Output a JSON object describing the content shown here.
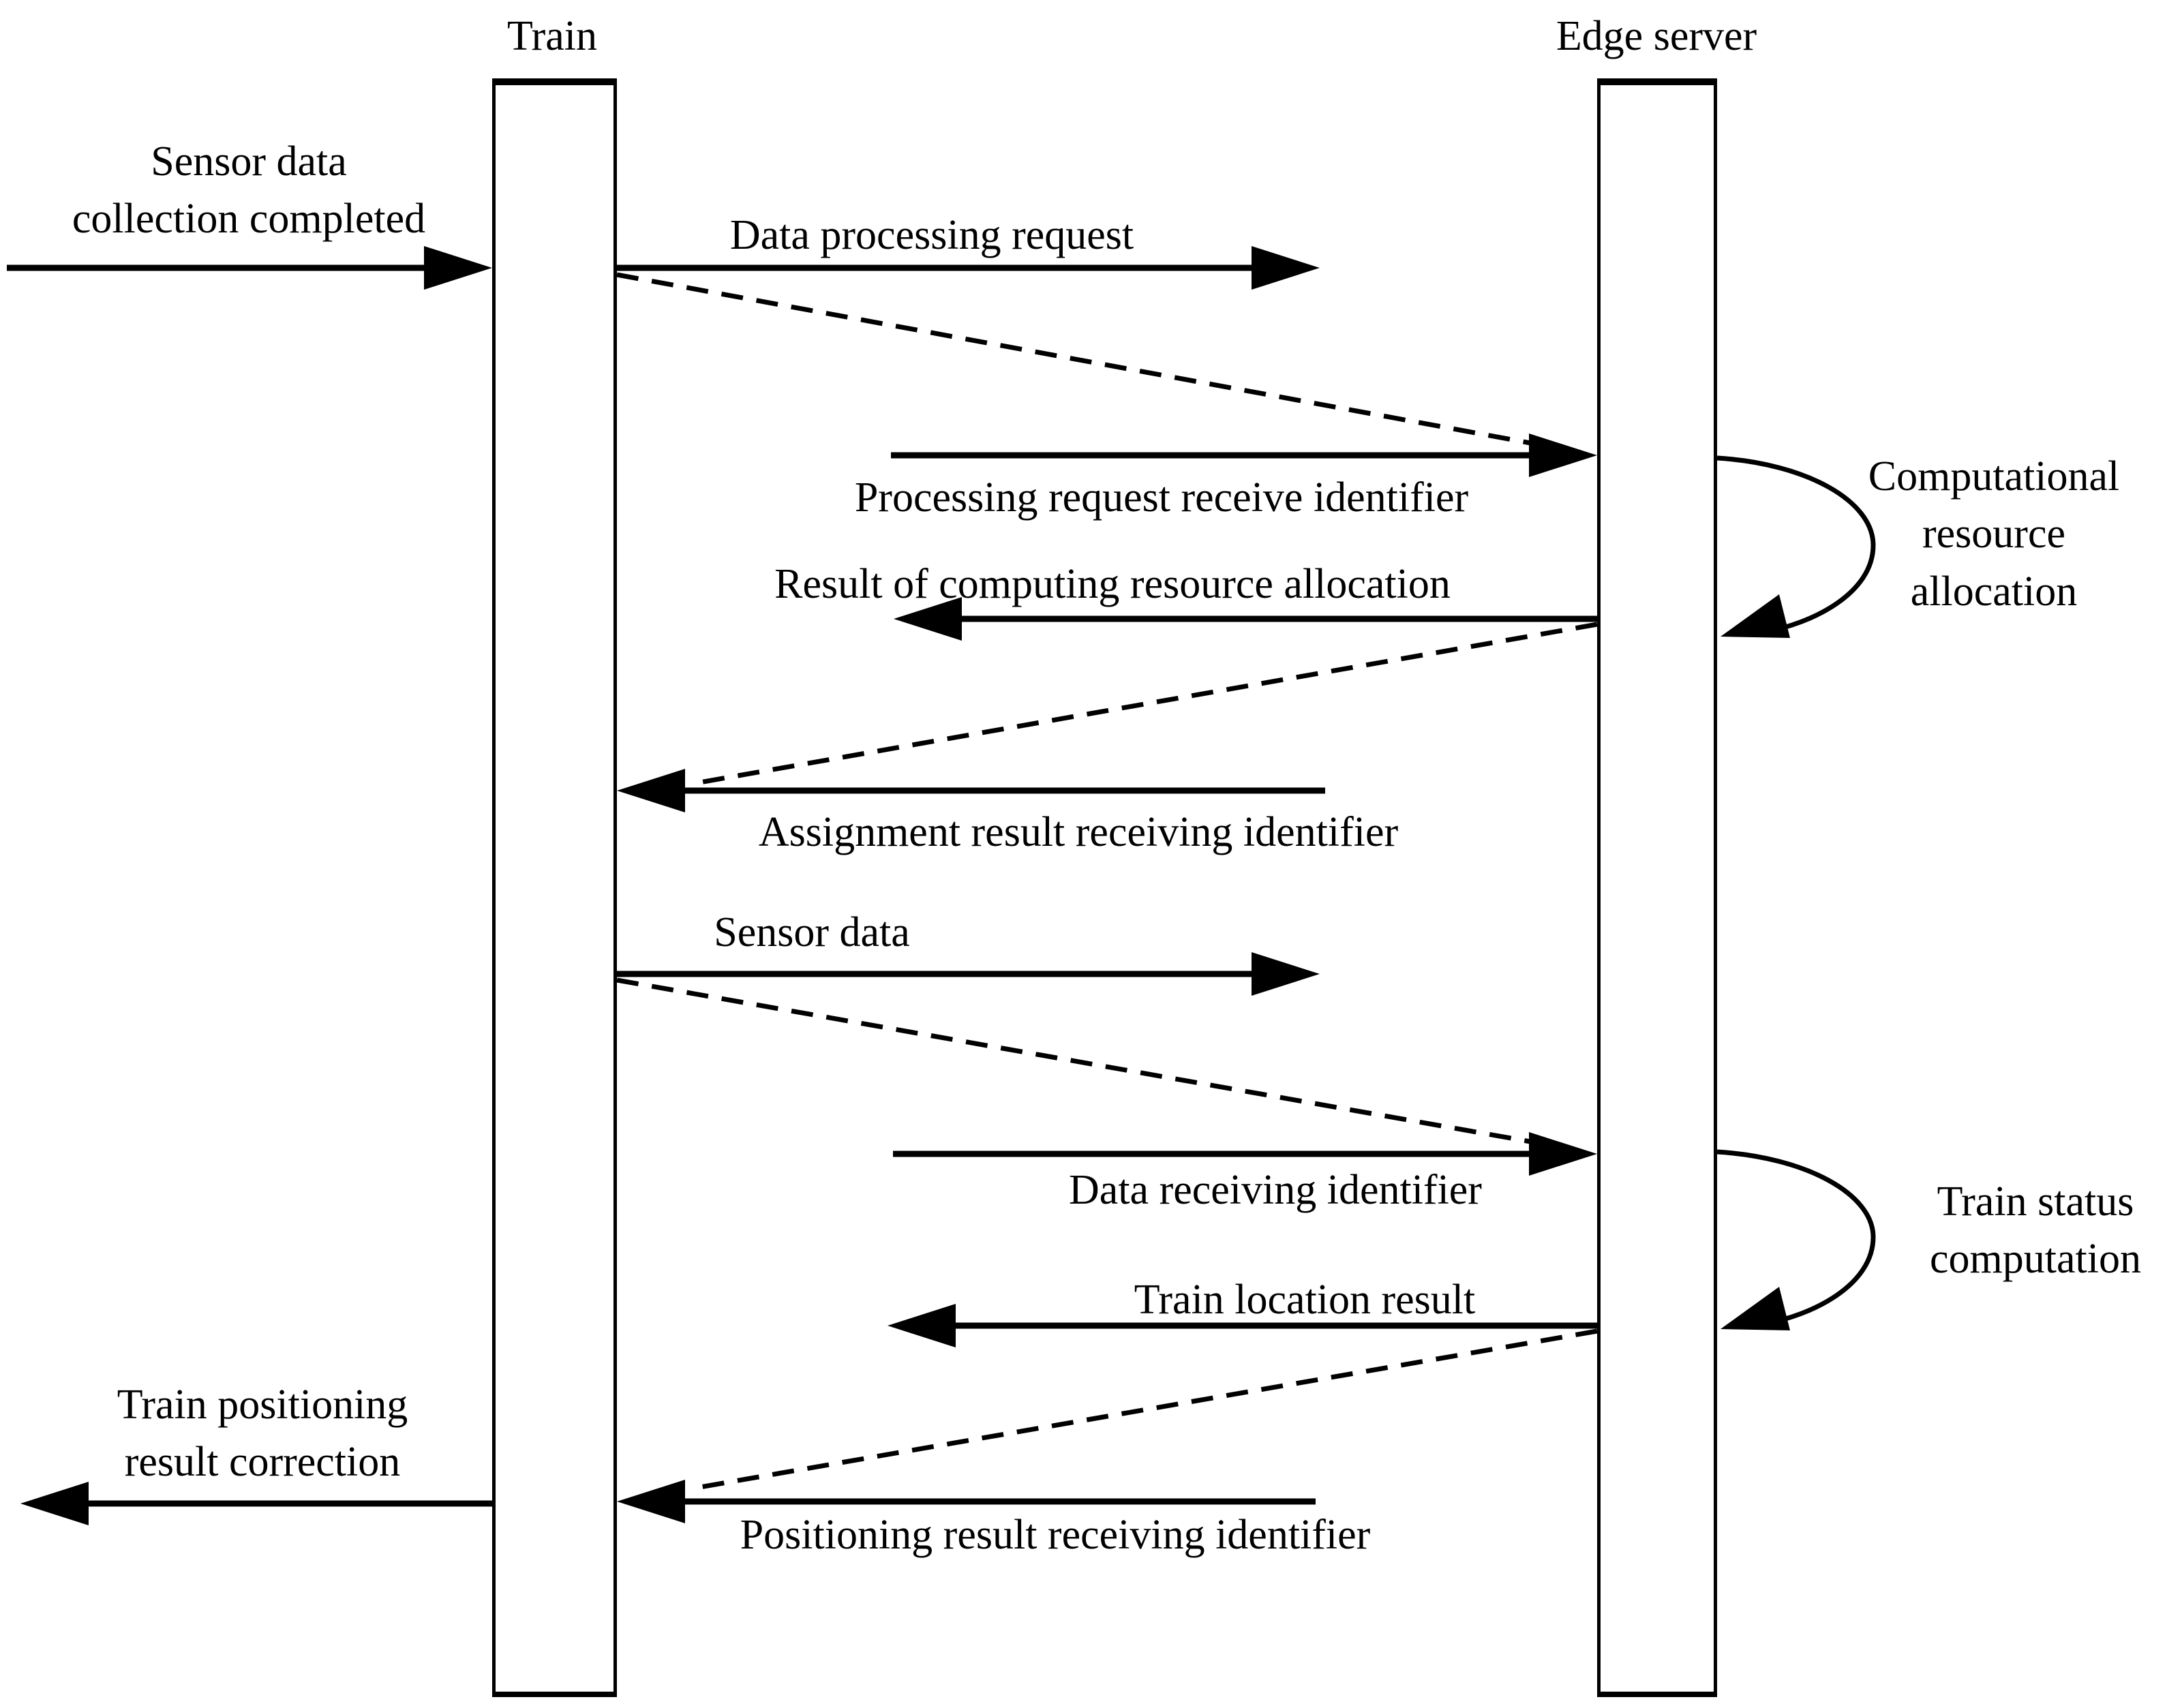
{
  "diagram": {
    "type": "sequence-diagram",
    "lifelines": {
      "train": "Train",
      "edge_server": "Edge server"
    },
    "external_events": {
      "sensor_collection_completed": "Sensor data\ncollection completed",
      "positioning_result_correction": "Train positioning\nresult correction"
    },
    "messages": {
      "data_processing_request": "Data processing request",
      "processing_request_receive_identifier": "Processing request receive identifier",
      "result_of_computing_resource_allocation": "Result of computing resource allocation",
      "assignment_result_receiving_identifier": "Assignment result receiving identifier",
      "sensor_data": "Sensor data",
      "data_receiving_identifier": "Data receiving identifier",
      "train_location_result": "Train location result",
      "positioning_result_receiving_identifier": "Positioning result receiving identifier"
    },
    "self_actions": {
      "computational_resource_allocation": "Computational\nresource\nallocation",
      "train_status_computation": "Train status\ncomputation"
    },
    "colors": {
      "ink": "#000000",
      "background": "#ffffff"
    }
  }
}
